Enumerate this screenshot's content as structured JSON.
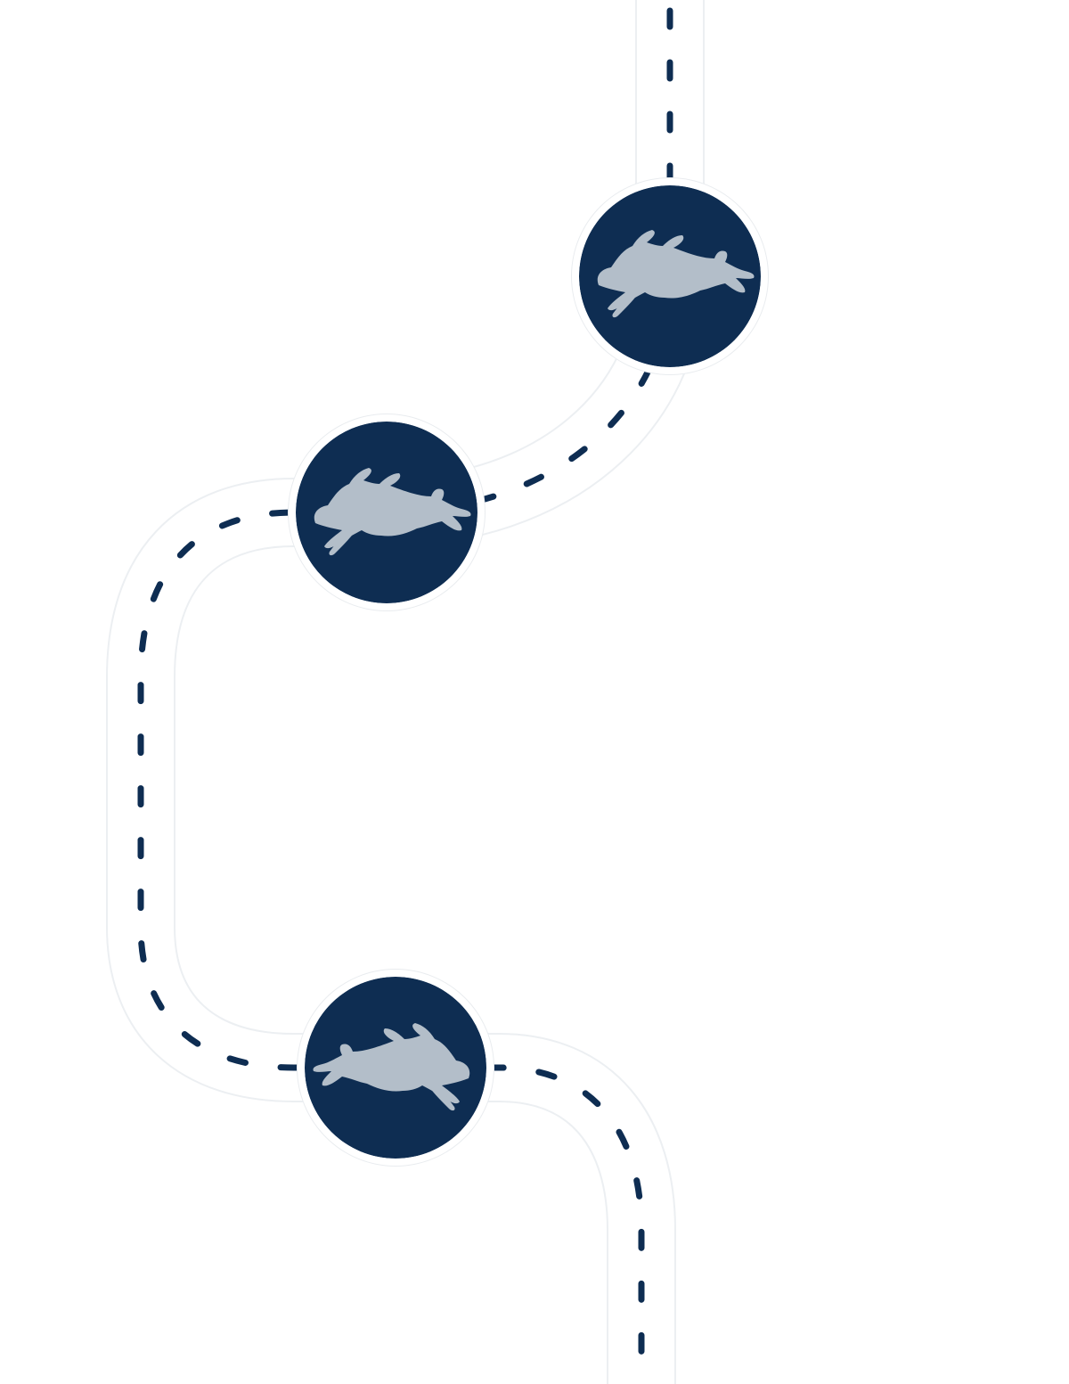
{
  "colors": {
    "background": "#ffffff",
    "road_fill": "#ffffff",
    "road_edge": "#eceff2",
    "dash": "#0e2d52",
    "badge": "#0e2d52",
    "rabbit": "#b3bec9"
  },
  "markers": [
    {
      "icon": "rabbit-icon",
      "facing": "right"
    },
    {
      "icon": "rabbit-icon",
      "facing": "right"
    },
    {
      "icon": "rabbit-icon",
      "facing": "left"
    }
  ]
}
